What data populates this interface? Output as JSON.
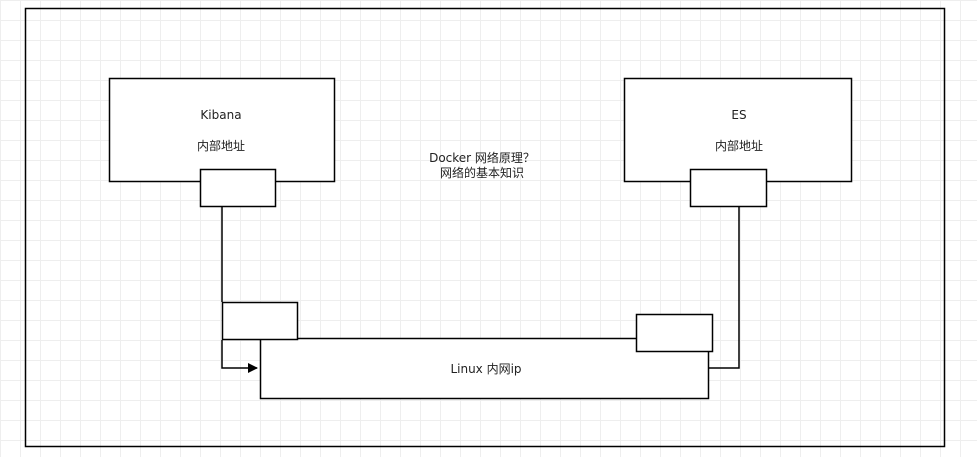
{
  "kibana": {
    "name": "Kibana",
    "address_label": "内部地址"
  },
  "es": {
    "name": "ES",
    "address_label": "内部地址"
  },
  "center_note": {
    "line1": "Docker 网络原理？",
    "line2": "网络的基本知识"
  },
  "linux": {
    "label": "Linux 内网ip"
  },
  "colors": {
    "stroke": "#000000",
    "background": "#ffffff",
    "grid": "#eeeeee"
  }
}
